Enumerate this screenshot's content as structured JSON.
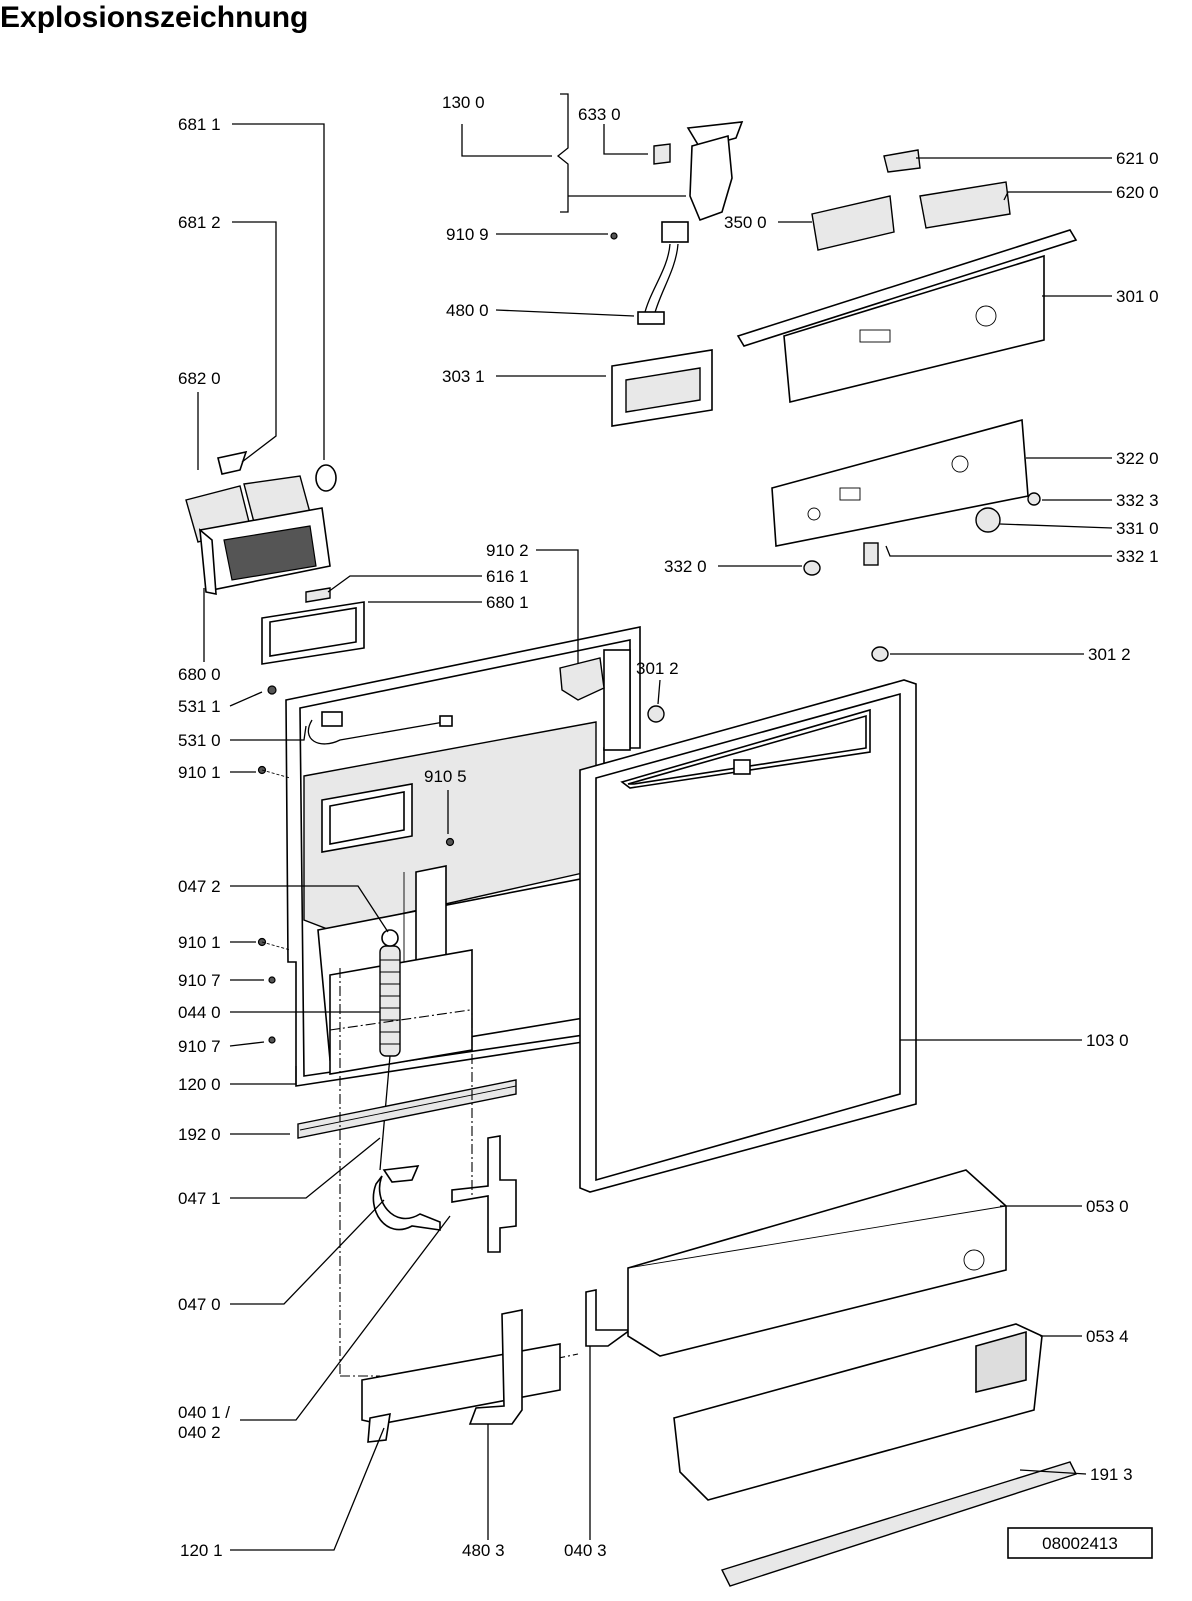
{
  "title": "Explosionszeichnung",
  "doc_number": "08002413",
  "labels": {
    "l6811": "681 1",
    "l6812": "681 2",
    "l6820": "682 0",
    "l6800": "680 0",
    "l5311": "531 1",
    "l5310": "531 0",
    "l9101a": "910 1",
    "l0472": "047 2",
    "l9101b": "910 1",
    "l9107a": "910 7",
    "l0440": "044 0",
    "l9107b": "910 7",
    "l1200": "120 0",
    "l1920": "192 0",
    "l0471": "047 1",
    "l0470": "047 0",
    "l0401": "040 1 /",
    "l0402": "040 2",
    "l1201": "120 1",
    "l4803": "480 3",
    "l0403": "040 3",
    "l1300": "130 0",
    "l6330": "633 0",
    "l9109": "910 9",
    "l4800": "480 0",
    "l3031": "303 1",
    "l9102": "910 2",
    "l6161": "616 1",
    "l6801": "680 1",
    "l3012a": "301 2",
    "l9105": "910 5",
    "l3320": "332 0",
    "l6210": "621 0",
    "l6200": "620 0",
    "l3500": "350 0",
    "l3010": "301 0",
    "l3220": "322 0",
    "l3323": "332 3",
    "l3310": "331 0",
    "l3321": "332 1",
    "l3012b": "301 2",
    "l1030": "103 0",
    "l0530": "053 0",
    "l0534": "053 4",
    "l1913": "191 3"
  }
}
